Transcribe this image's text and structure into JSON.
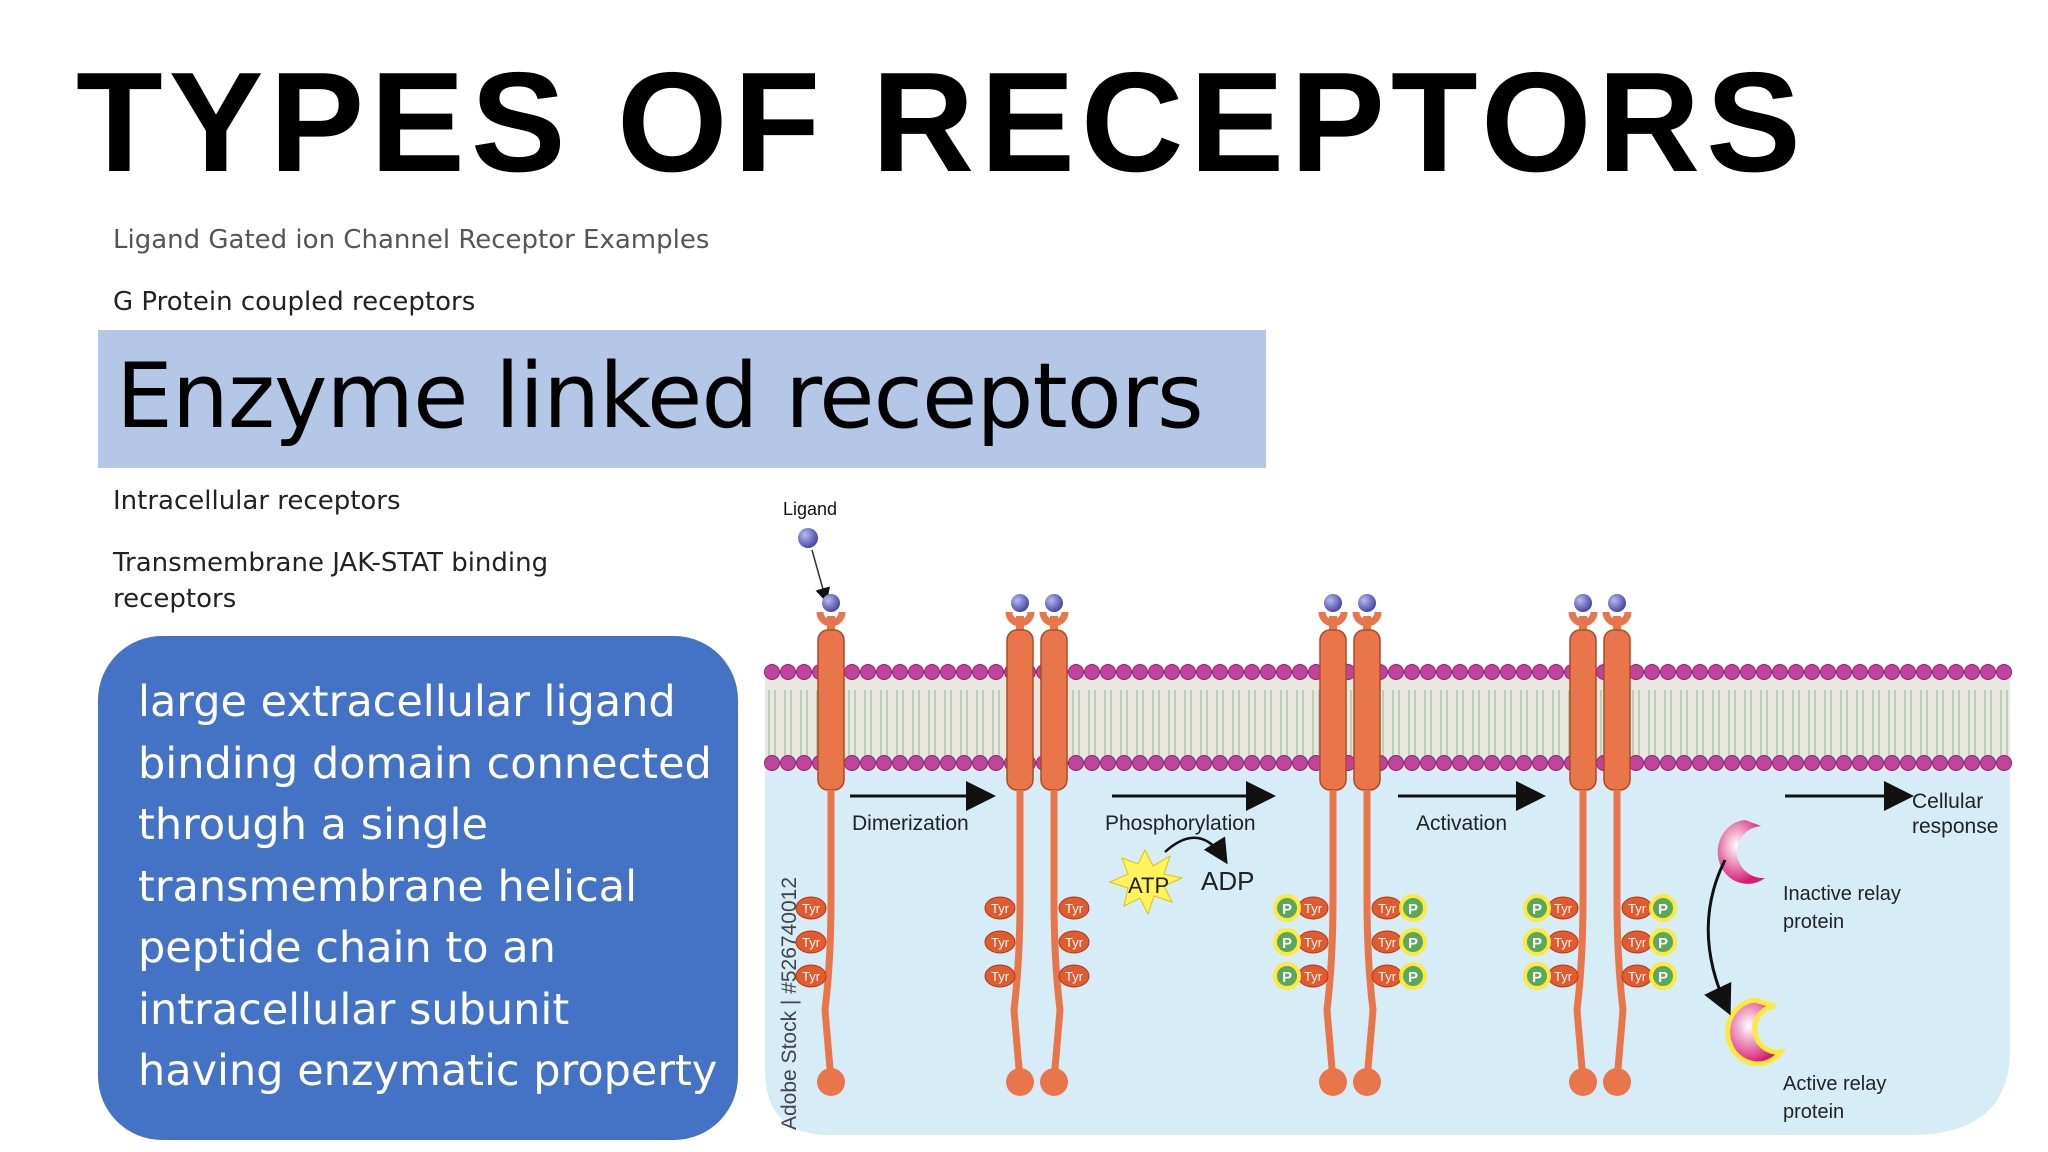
{
  "slide": {
    "title": "TYPES OF RECEPTORS",
    "items": [
      "Ligand Gated ion Channel Receptor Examples",
      "G Protein coupled receptors",
      "Enzyme linked receptors",
      "Intracellular receptors",
      "Transmembrane JAK-STAT binding receptors"
    ],
    "description": "large extracellular ligand binding domain connected through a single transmembrane helical peptide chain to an intracellular subunit having enzymatic property"
  },
  "diagram": {
    "ligand_label": "Ligand",
    "step_labels": [
      "Dimerization",
      "Phosphorylation",
      "Activation"
    ],
    "atp_label": "ATP",
    "adp_label": "ADP",
    "tyr_label": "Tyr",
    "p_label": "P",
    "cellular_response": [
      "Cellular",
      "response"
    ],
    "inactive_relay": [
      "Inactive relay",
      "protein"
    ],
    "active_relay": [
      "Active relay",
      "protein"
    ],
    "watermark": "Adobe Stock | #526740012"
  },
  "colors": {
    "highlight": "#b4c7e7",
    "box": "#4472c4",
    "receptor": "#e8764a",
    "membrane_head": "#c0449a",
    "cytoplasm": "#d8eef8",
    "ligand": "#6a6ac8"
  }
}
